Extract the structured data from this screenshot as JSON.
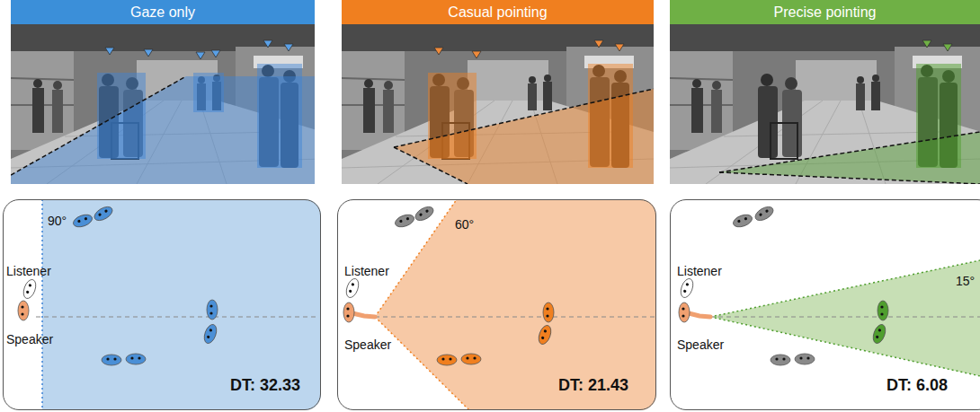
{
  "diagram": {
    "nodes": [
      {
        "text": [
          "Gaze only"
        ]
      },
      {
        "text": [
          "Casual pointing"
        ]
      },
      {
        "text": [
          "Precise pointing"
        ]
      },
      {
        "text": [
          "90°",
          "Listener",
          "Speaker",
          "DT: 32.33"
        ]
      },
      {
        "text": [
          "60°",
          "Listener",
          "Speaker",
          "DT: 21.43"
        ]
      },
      {
        "text": [
          "Listener",
          "15°",
          "Speaker",
          "DT: 6.08"
        ]
      }
    ]
  }
}
